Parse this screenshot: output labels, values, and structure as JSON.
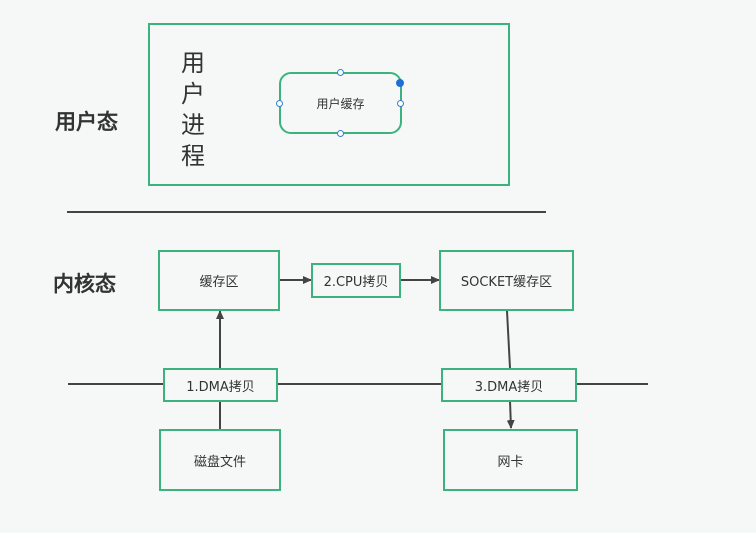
{
  "labels": {
    "user_mode": "用户态",
    "kernel_mode": "内核态",
    "user_process": "用户进程"
  },
  "nodes": {
    "user_buffer": "用户缓存",
    "buffer_area": "缓存区",
    "cpu_copy": "2.CPU拷贝",
    "socket_buffer": "SOCKET缓存区",
    "dma_copy_1": "1.DMA拷贝",
    "dma_copy_3": "3.DMA拷贝",
    "disk_file": "磁盘文件",
    "nic": "网卡"
  },
  "colors": {
    "box_border": "#3cb37f",
    "line": "#444444",
    "text": "#333333",
    "handle": "#3a7fd0"
  }
}
